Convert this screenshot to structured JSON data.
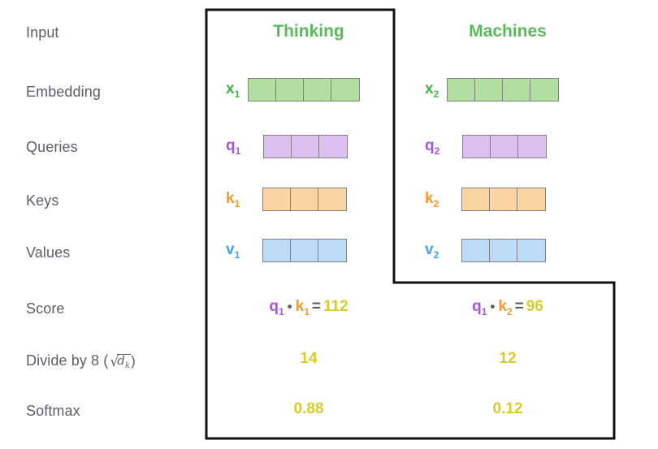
{
  "figure": {
    "title_colors": {
      "green_text": "#46b14b",
      "purple_text": "#a855d8",
      "orange_text": "#f59a2e",
      "blue_text": "#48a0e8",
      "yellow_text": "#d6cc2b",
      "label_gray": "#58606a",
      "cell_border": "#808080",
      "outline": "#111111"
    },
    "cell_fills": {
      "green": "#b0dfa0",
      "purple": "#dcc1f0",
      "orange": "#fad4a3",
      "blue": "#bcdcf8"
    }
  },
  "row_labels": {
    "input": "Input",
    "embedding": "Embedding",
    "queries": "Queries",
    "keys": "Keys",
    "values": "Values",
    "score": "Score",
    "divide_prefix": "Divide by 8 (",
    "divide_radicand": "d",
    "divide_radicand_sub": "k",
    "divide_suffix": ")",
    "softmax": "Softmax"
  },
  "columns": [
    {
      "title": "Thinking",
      "embedding_label": "x",
      "embedding_sub": "1",
      "embedding_cells": 4,
      "query_label": "q",
      "query_sub": "1",
      "query_cells": 3,
      "key_label": "k",
      "key_sub": "1",
      "key_cells": 3,
      "value_label": "v",
      "value_sub": "1",
      "value_cells": 3,
      "score_q": "q",
      "score_q_sub": "1",
      "score_dot": "•",
      "score_k": "k",
      "score_k_sub": "1",
      "score_eq": "=",
      "score_value": "112",
      "divided": "14",
      "softmax": "0.88"
    },
    {
      "title": "Machines",
      "embedding_label": "x",
      "embedding_sub": "2",
      "embedding_cells": 4,
      "query_label": "q",
      "query_sub": "2",
      "query_cells": 3,
      "key_label": "k",
      "key_sub": "2",
      "key_cells": 3,
      "value_label": "v",
      "value_sub": "2",
      "value_cells": 3,
      "score_q": "q",
      "score_q_sub": "1",
      "score_dot": "•",
      "score_k": "k",
      "score_k_sub": "2",
      "score_eq": "=",
      "score_value": "96",
      "divided": "12",
      "softmax": "0.12"
    }
  ]
}
